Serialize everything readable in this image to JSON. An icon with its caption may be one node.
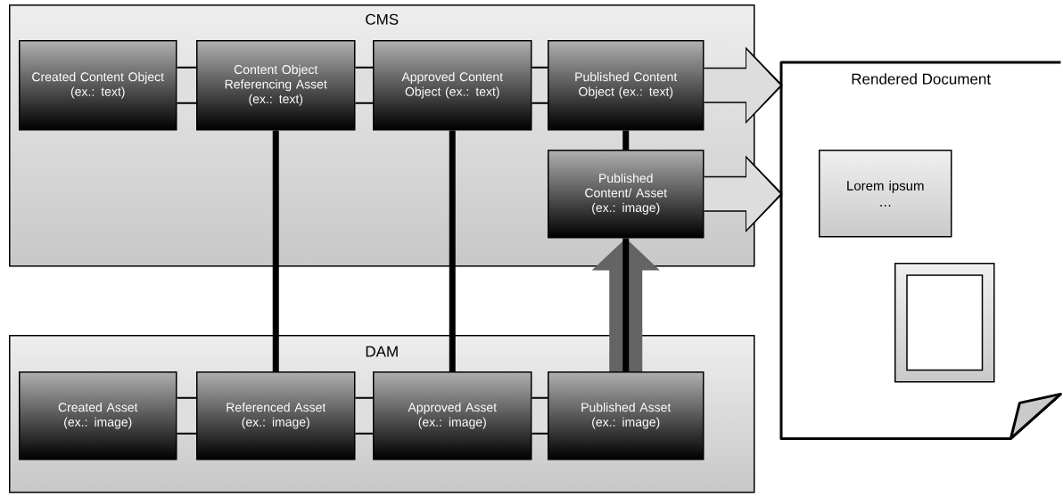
{
  "diagram": {
    "nodes": [
      {
        "text": [
          "CMS"
        ]
      },
      {
        "text": [
          "Created Content Object",
          "(ex.: text)"
        ],
        "in": 0
      },
      {
        "text": [
          "Content Object Referencing Asset",
          "(ex.: text)"
        ],
        "in": 0
      },
      {
        "text": [
          "Approved Content Object (ex.: text)"
        ],
        "in": 0
      },
      {
        "text": [
          "Published Content Object (ex.: text)"
        ],
        "in": 0
      },
      {
        "text": [
          "Published Content/ Asset",
          "(ex.: image)"
        ],
        "in": 0
      },
      {
        "text": [
          "DAM"
        ]
      },
      {
        "text": [
          "Created Asset",
          "(ex.: image)"
        ],
        "in": 6
      },
      {
        "text": [
          "Referenced Asset",
          "(ex.: image)"
        ],
        "in": 6
      },
      {
        "text": [
          "Approved Asset",
          "(ex.: image)"
        ],
        "in": 6
      },
      {
        "text": [
          "Published Asset",
          "(ex.: image)"
        ],
        "in": 6
      },
      {
        "text": [
          "Rendered Document"
        ]
      },
      {
        "text": [
          "Lorem ipsum",
          "…"
        ],
        "in": 11
      },
      {
        "text": [],
        "shape": "box",
        "in": 11
      }
    ],
    "edges": [
      {
        "from": 1,
        "to": 2,
        "arrow": "none"
      },
      {
        "from": 2,
        "to": 3,
        "arrow": "none"
      },
      {
        "from": 3,
        "to": 4,
        "arrow": "none"
      },
      {
        "from": 7,
        "to": 8,
        "arrow": "none"
      },
      {
        "from": 8,
        "to": 9,
        "arrow": "none"
      },
      {
        "from": 9,
        "to": 10,
        "arrow": "none"
      },
      {
        "from": 2,
        "to": 8,
        "arrow": "none"
      },
      {
        "from": 3,
        "to": 9,
        "arrow": "none"
      },
      {
        "from": 4,
        "to": 5,
        "arrow": "none"
      },
      {
        "from": 10,
        "to": 5,
        "arrow": "to"
      },
      {
        "from": 4,
        "to": 11,
        "arrow": "to",
        "color": "#dddddd"
      },
      {
        "from": 5,
        "to": 11,
        "arrow": "to",
        "color": "#dddddd"
      }
    ]
  }
}
